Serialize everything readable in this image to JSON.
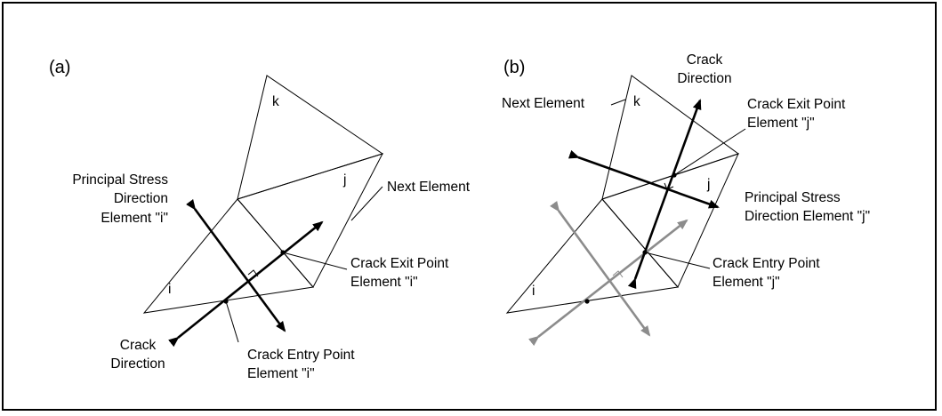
{
  "panel_a": {
    "tag": "(a)",
    "labels": {
      "k": "k",
      "j": "j",
      "i": "i",
      "principal_1": "Principal Stress",
      "principal_2": "Direction",
      "principal_3": "Element \"i\"",
      "next_element": "Next Element",
      "exit_1": "Crack Exit Point",
      "exit_2": "Element \"i\"",
      "crack_1": "Crack",
      "crack_2": "Direction",
      "entry_1": "Crack Entry Point",
      "entry_2": "Element \"i\""
    }
  },
  "panel_b": {
    "tag": "(b)",
    "labels": {
      "k": "k",
      "j": "j",
      "i": "i",
      "crack_1": "Crack",
      "crack_2": "Direction",
      "next_element": "Next Element",
      "exit_1": "Crack Exit Point",
      "exit_2": "Element \"j\"",
      "principal_1": "Principal Stress",
      "principal_2": "Direction Element \"j\"",
      "entry_1": "Crack Entry Point",
      "entry_2": "Element \"j\""
    }
  },
  "colors": {
    "primary": "#000000",
    "previous_step": "#8c8c8c"
  }
}
